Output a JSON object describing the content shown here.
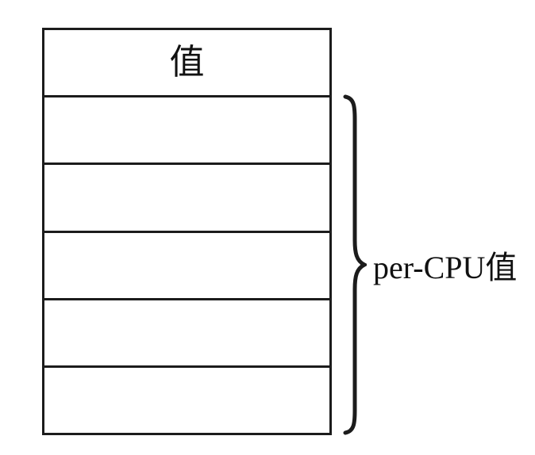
{
  "figure": {
    "colors": {
      "background": "#ffffff",
      "line": "#1c1c1c",
      "text": "#111111"
    },
    "value_box": {
      "header_label": "值",
      "per_cpu_slot_count": 5
    },
    "brace_annotation": {
      "label": "per-CPU值"
    }
  }
}
